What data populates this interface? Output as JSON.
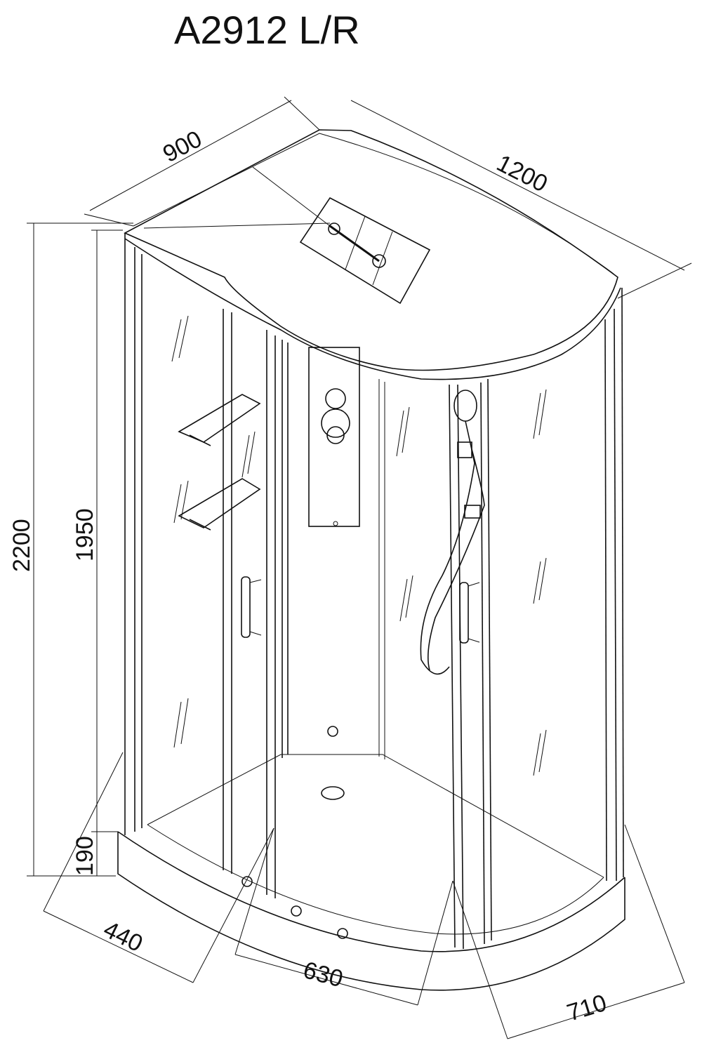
{
  "title": "A2912 L/R",
  "dimensions": {
    "width_top": "900",
    "length_top": "1200",
    "total_height": "2200",
    "cabin_height": "1950",
    "tray_height": "190",
    "tray_side": "440",
    "door_width": "630",
    "tray_front": "710"
  },
  "colors": {
    "line": "#111111",
    "background": "#ffffff"
  }
}
